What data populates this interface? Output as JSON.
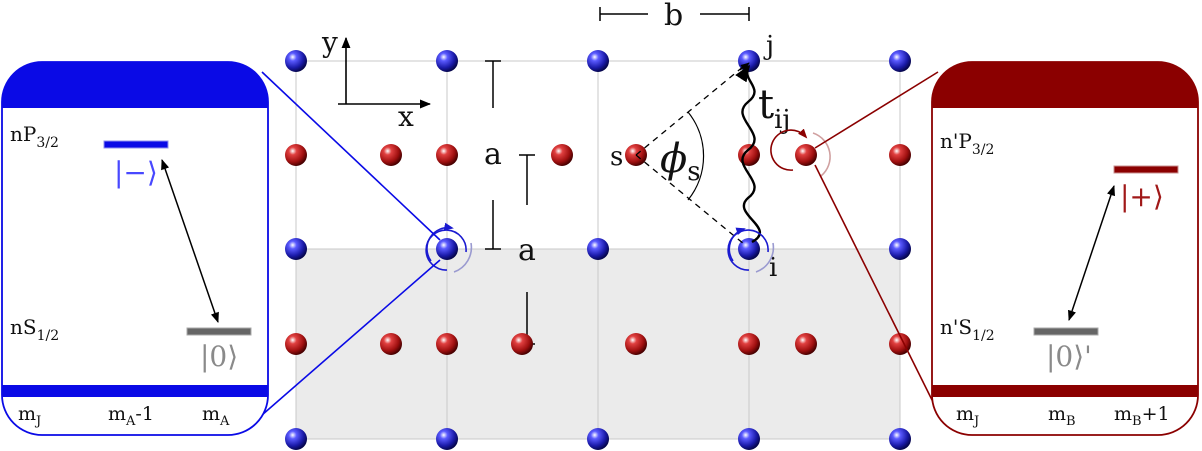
{
  "axes": {
    "x": "x",
    "y": "y"
  },
  "spacing": {
    "a_upper": "a",
    "a_lower": "a",
    "b": "b"
  },
  "site_labels": {
    "j": "j",
    "i": "i",
    "s": "s",
    "hopping": "t",
    "hopping_sub": "ij",
    "phase": "ϕ",
    "phase_sub": "s"
  },
  "left_panel": {
    "upper_level": "nP",
    "upper_sub": "3/2",
    "lower_level": "nS",
    "lower_sub": "1/2",
    "state_minus": "|−⟩",
    "state_zero": "|0⟩",
    "footer": [
      {
        "main": "m",
        "sub": "J",
        "post": ""
      },
      {
        "main": "m",
        "sub": "A",
        "post": "-1"
      },
      {
        "main": "m",
        "sub": "A",
        "post": ""
      }
    ],
    "color": "#0a0ae6"
  },
  "right_panel": {
    "upper_level": "n'P",
    "upper_sub": "3/2",
    "lower_level": "n'S",
    "lower_sub": "1/2",
    "state_plus": "|+⟩",
    "state_zero": "|0⟩'",
    "footer": [
      {
        "main": "m",
        "sub": "J",
        "post": ""
      },
      {
        "main": "m",
        "sub": "B",
        "post": ""
      },
      {
        "main": "m",
        "sub": "B",
        "post": "+1"
      }
    ],
    "color": "#8b0000"
  },
  "colors": {
    "blue_atom": "#1a1aa8",
    "red_atom": "#a01010",
    "grid": "#c8c8c8",
    "shade": "#ebebeb"
  }
}
